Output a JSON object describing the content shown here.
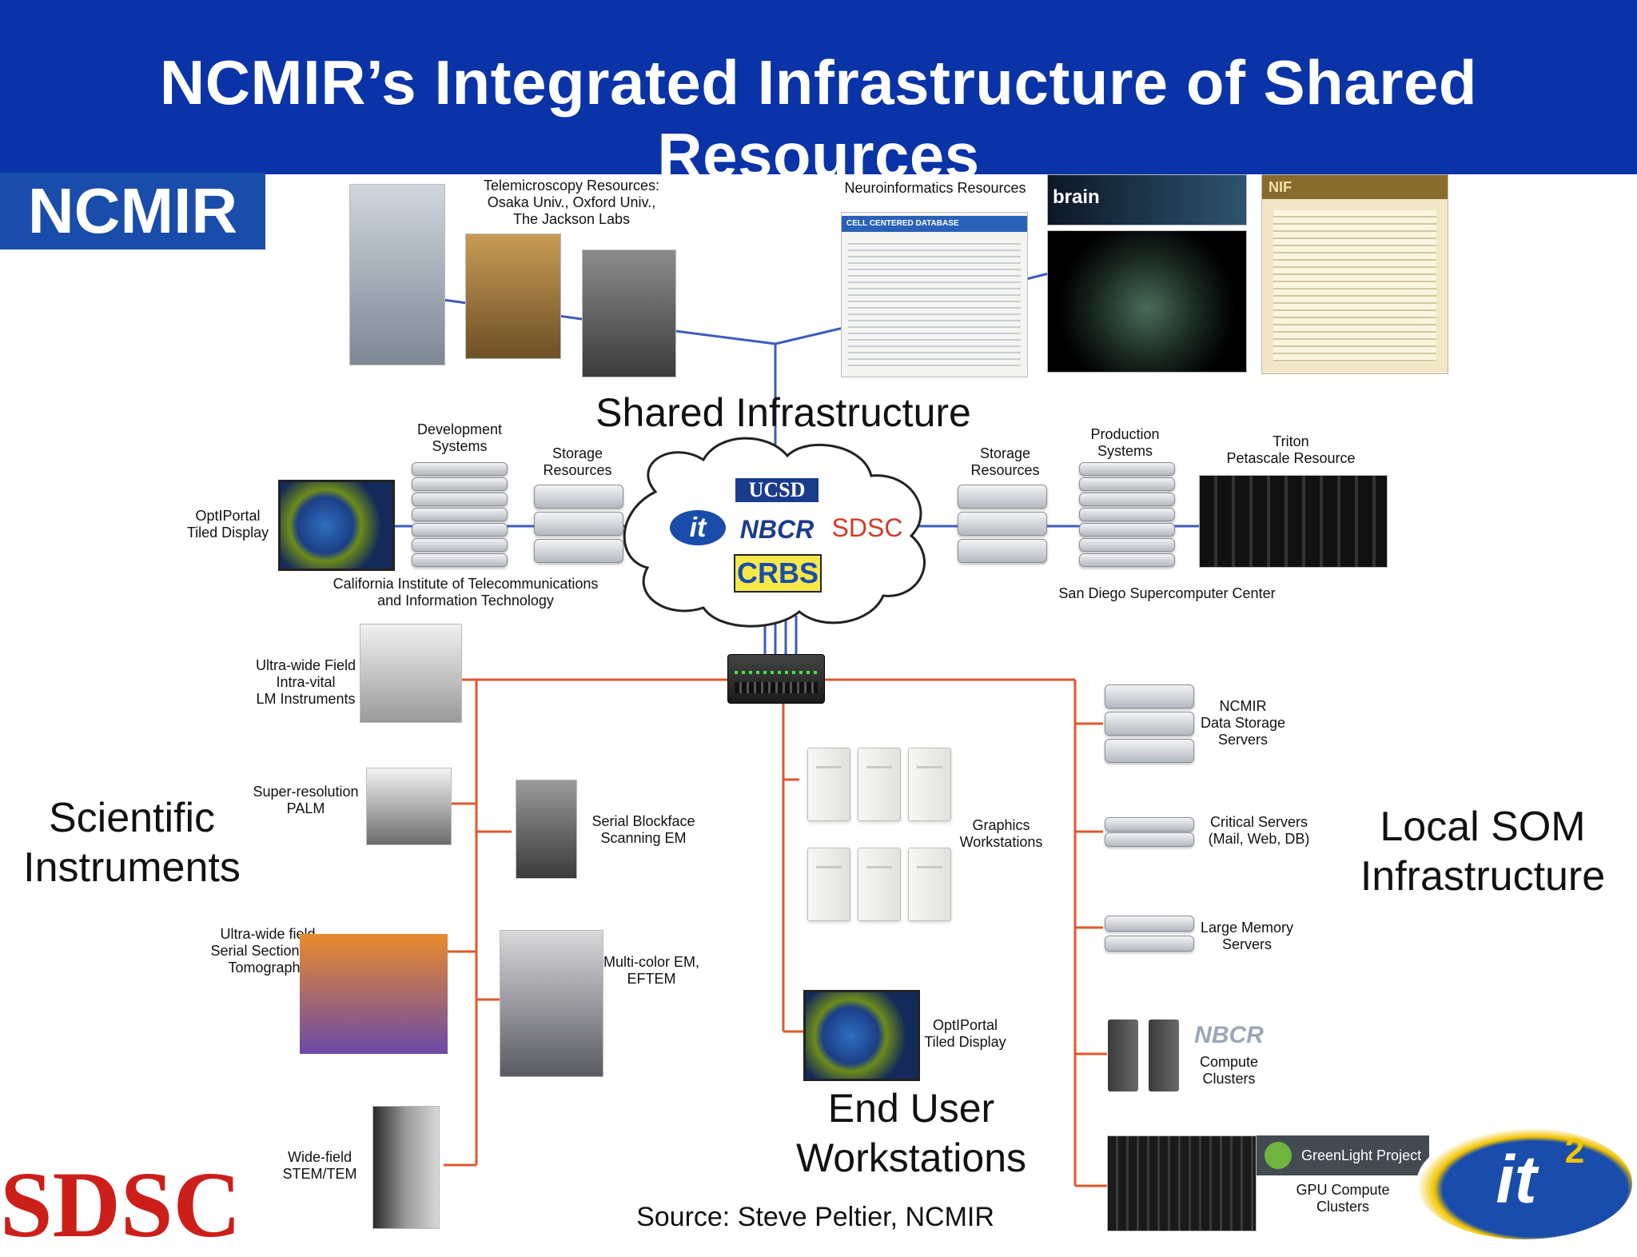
{
  "title": "NCMIR’s Integrated Infrastructure of Shared Resources",
  "logos": {
    "ncmir": "NCMIR",
    "sdsc": "SDSC",
    "it2": "it",
    "it2_sup": "2",
    "ucsd": "UCSD",
    "nbcr": "NBCR",
    "sdsc_cloud": "SDSC",
    "crbs": "CRBS",
    "it_cloud": "it",
    "nbcr_small": "NBCR",
    "greenlight": "GreenLight Project",
    "brain": "brain",
    "nif": "NIF",
    "ccdb": "CELL CENTERED DATABASE"
  },
  "sections": {
    "shared": "Shared Infrastructure",
    "scientific": [
      "Scientific",
      "Instruments"
    ],
    "local": [
      "Local SOM",
      "Infrastructure"
    ],
    "end_user": [
      "End User",
      "Workstations"
    ]
  },
  "labels": {
    "telemicroscopy": [
      "Telemicroscopy Resources:",
      "Osaka Univ., Oxford Univ.,",
      "The  Jackson Labs"
    ],
    "neuroinformatics": "Neuroinformatics Resources",
    "development": [
      "Development",
      "Systems"
    ],
    "storage_left": [
      "Storage",
      "Resources"
    ],
    "storage_right": [
      "Storage",
      "Resources"
    ],
    "production": [
      "Production",
      "Systems"
    ],
    "triton": [
      "Triton",
      "Petascale Resource"
    ],
    "optiportal_top": [
      "OptIPortal",
      "Tiled Display"
    ],
    "calit2": [
      "California Institute of Telecommunications",
      "and Information Technology"
    ],
    "sdsc_center": "San Diego Supercomputer Center",
    "ultrawide_lm": [
      "Ultra-wide Field",
      "Intra-vital",
      "LM Instruments"
    ],
    "palm": [
      "Super-resolution",
      "PALM"
    ],
    "serial_blockface": [
      "Serial Blockface",
      "Scanning EM"
    ],
    "ultrawide_em": [
      "Ultra-wide field",
      "Serial Section EM",
      "Tomography"
    ],
    "multicolor": [
      "Multi-color EM,",
      "EFTEM"
    ],
    "widefield": [
      "Wide-field",
      "STEM/TEM"
    ],
    "graphics": [
      "Graphics",
      "Workstations"
    ],
    "optiportal_bottom": [
      "OptIPortal",
      "Tiled Display"
    ],
    "ncmir_storage": [
      "NCMIR",
      "Data Storage",
      "Servers"
    ],
    "critical": [
      "Critical Servers",
      "(Mail, Web, DB)"
    ],
    "large_memory": [
      "Large Memory",
      "Servers"
    ],
    "compute": [
      "Compute",
      "Clusters"
    ],
    "gpu": [
      "GPU Compute",
      "Clusters"
    ]
  },
  "source": "Source: Steve Peltier, NCMIR",
  "colors": {
    "header": "#0a33a8",
    "blue_line": "#3d5bbf",
    "orange_line": "#e0582b",
    "sdsc_red": "#cc1f1a"
  }
}
